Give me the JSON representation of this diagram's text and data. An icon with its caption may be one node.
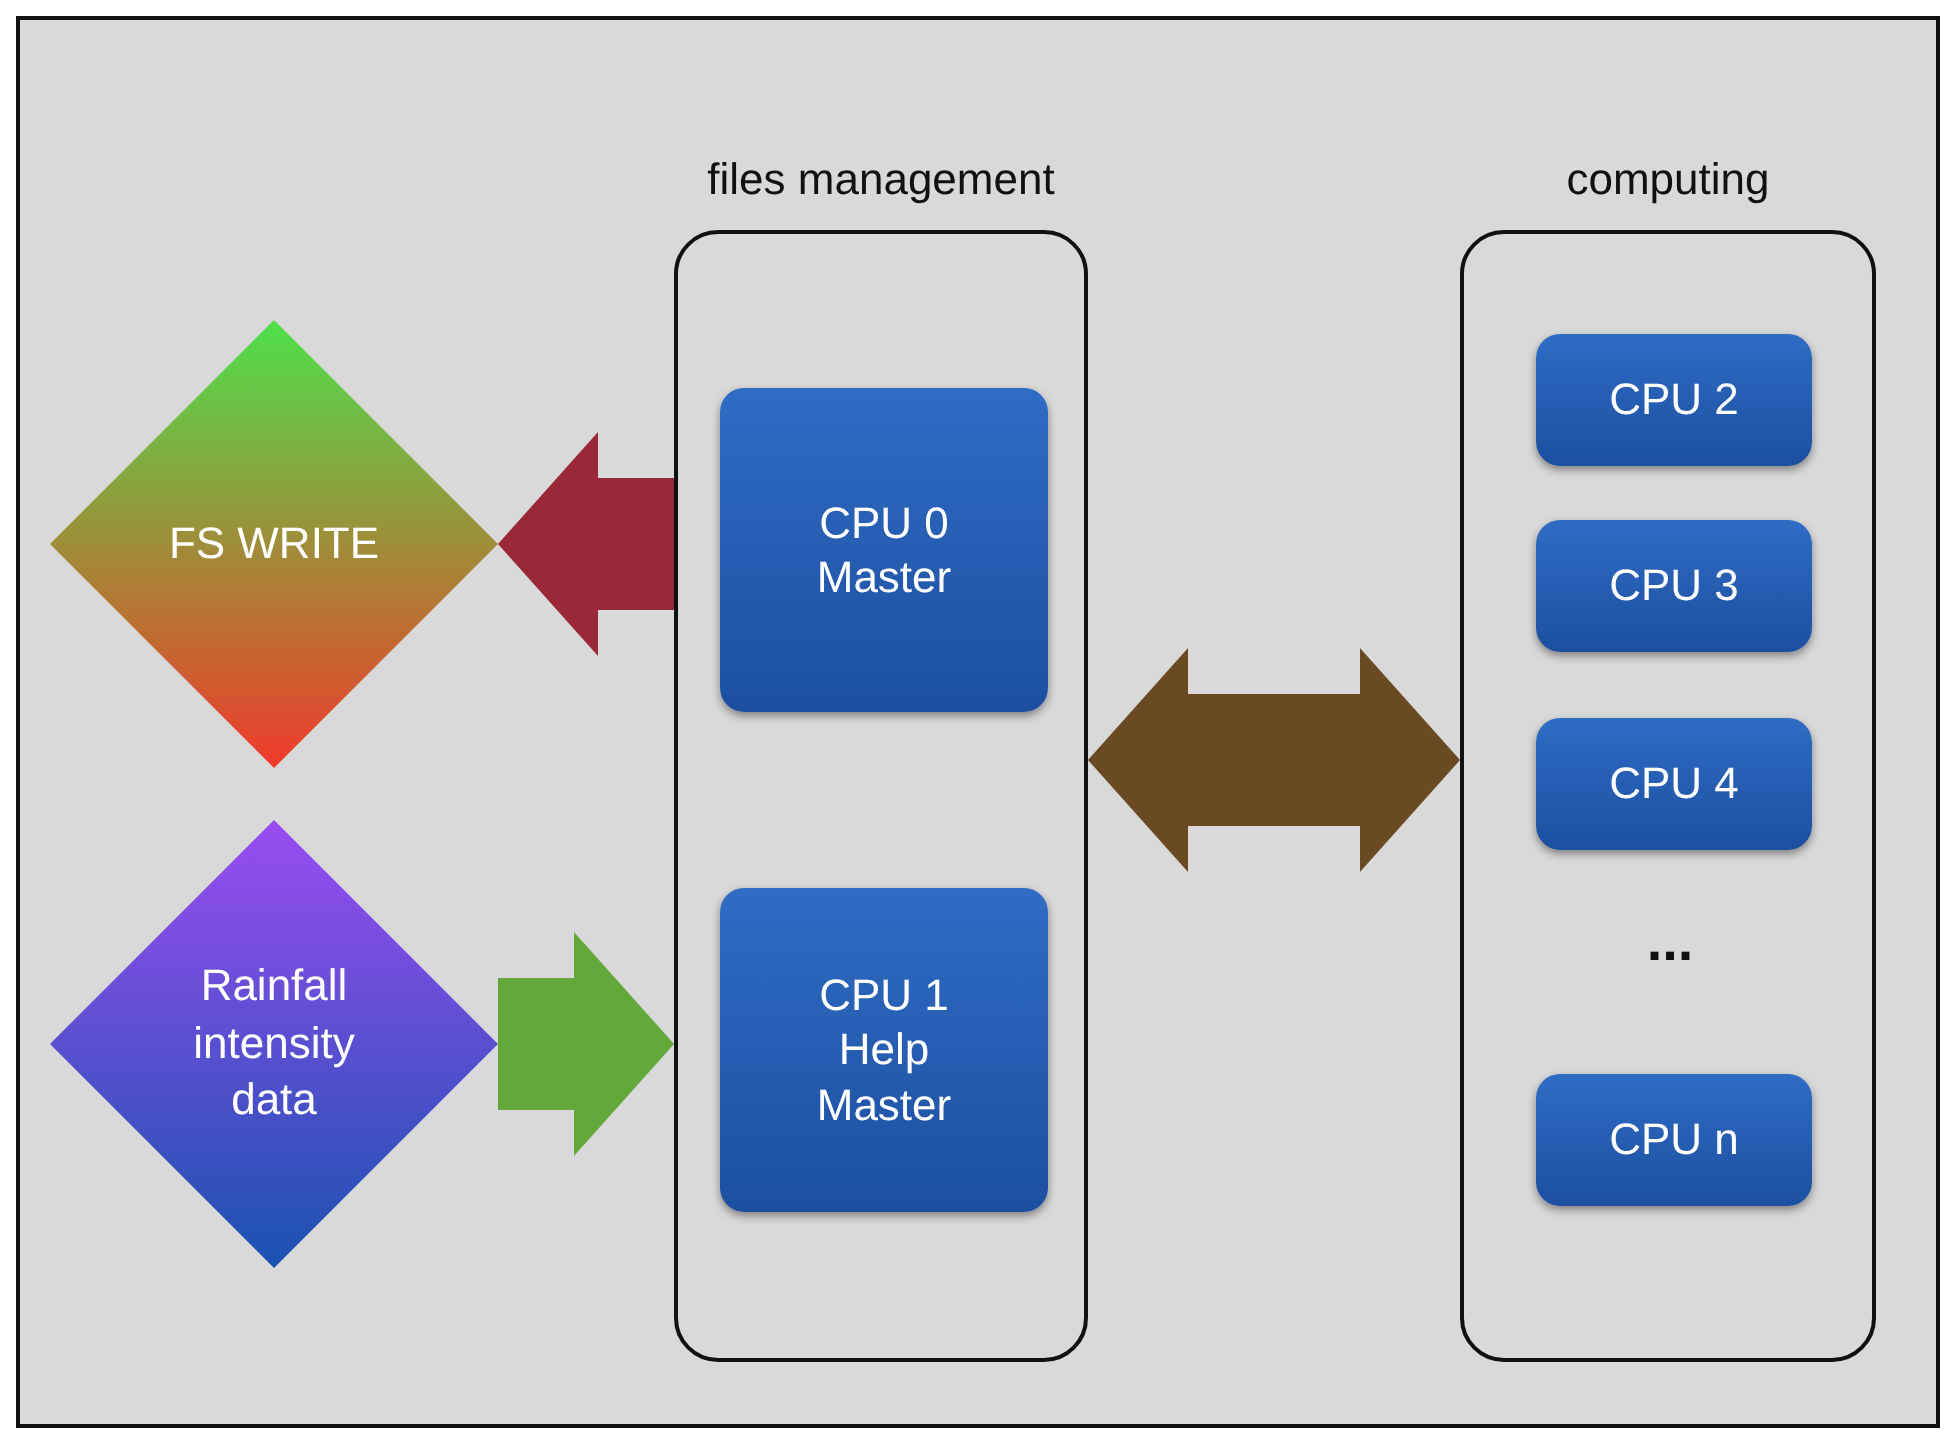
{
  "diagram": {
    "nodes": [
      {
        "text": [
          "FS WRITE"
        ]
      },
      {
        "text": [
          "Rainfall intensity data"
        ]
      },
      {
        "text": [
          "files management"
        ]
      },
      {
        "text": [
          "CPU 0 Master"
        ],
        "in": 2
      },
      {
        "text": [
          "CPU 1 Help Master"
        ],
        "in": 2
      },
      {
        "text": [
          "computing"
        ]
      },
      {
        "text": [
          "CPU 2"
        ],
        "in": 5
      },
      {
        "text": [
          "CPU 3"
        ],
        "in": 5
      },
      {
        "text": [
          "CPU 4"
        ],
        "in": 5
      },
      {
        "text": [
          "CPU n"
        ],
        "in": 5
      }
    ],
    "edges": [
      {
        "from": 2,
        "to": 0,
        "arrow": "to",
        "style": "thick",
        "color": "#9a2838"
      },
      {
        "from": 1,
        "to": 2,
        "arrow": "to",
        "style": "thick",
        "color": "#62a83a"
      },
      {
        "from": 2,
        "to": 5,
        "arrow": "both",
        "style": "thick",
        "color": "#6a4a22"
      }
    ],
    "labels": [
      "..."
    ]
  }
}
